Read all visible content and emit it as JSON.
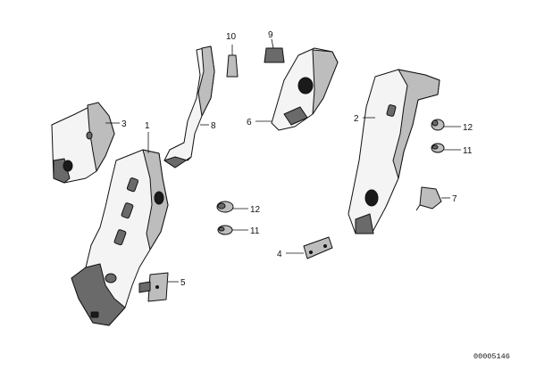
{
  "callouts": {
    "c1": "1",
    "c2": "2",
    "c3": "3",
    "c4": "4",
    "c5": "5",
    "c6": "6",
    "c7": "7",
    "c8": "8",
    "c9": "9",
    "c10": "10",
    "c11a": "11",
    "c11b": "11",
    "c12a": "12",
    "c12b": "12"
  },
  "reference_number": "00005146"
}
